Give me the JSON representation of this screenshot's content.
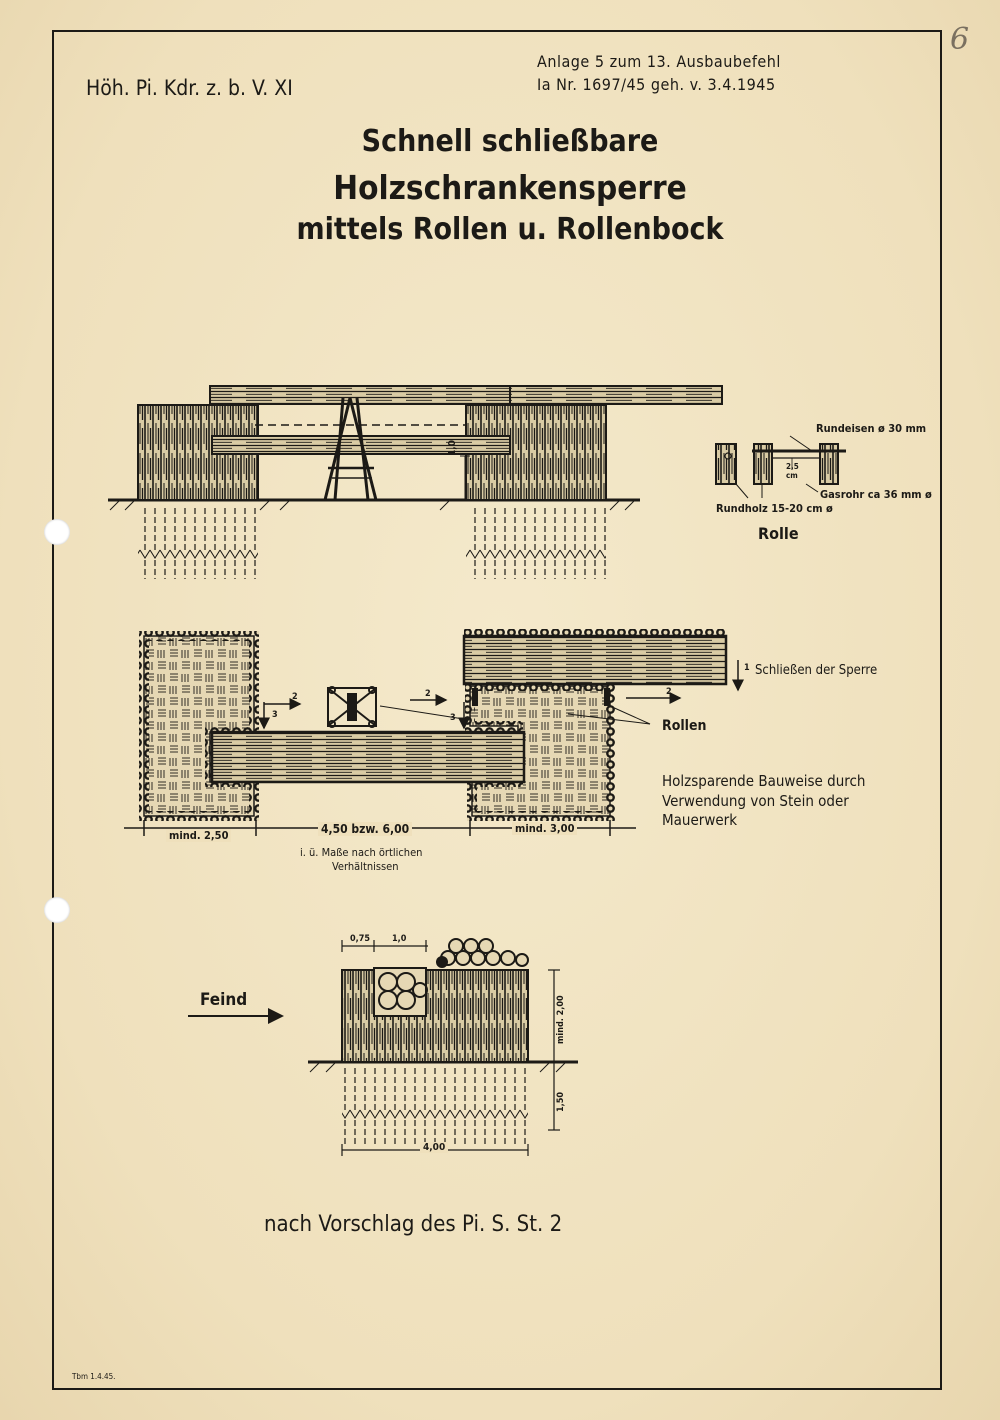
{
  "header": {
    "left": "Höh. Pi. Kdr. z. b. V. XI",
    "right_line1": "Anlage 5 zum 13. Ausbaubefehl",
    "right_line2": "Ia Nr. 1697/45 geh. v. 3.4.1945",
    "page_number": "6"
  },
  "title": {
    "line1": "Schnell schließbare",
    "line2": "Holzschrankensperre",
    "line3": "mittels Rollen u. Rollenbock"
  },
  "rolle_detail": {
    "rundeisen": "Rundeisen ø 30 mm",
    "gap": "2,5",
    "gap_unit": "cm",
    "gasrohr": "Gasrohr ca 36 mm ø",
    "rundholz": "Rundholz 15-20 cm ø",
    "caption": "Rolle"
  },
  "elevation": {
    "height": "1,0"
  },
  "plan": {
    "step1": "1",
    "step2": "2",
    "step3": "3",
    "schliessen": "Schließen der Sperre",
    "rollen": "Rollen",
    "note_line1": "Holzsparende Bauweise durch",
    "note_line2": "Verwendung von Stein oder",
    "note_line3": "Mauerwerk",
    "dim_left": "mind. 2,50",
    "dim_mid": "4,50 bzw. 6,00",
    "dim_right": "mind. 3,00",
    "dim_note_line1": "i. ü. Maße nach örtlichen",
    "dim_note_line2": "Verhältnissen"
  },
  "section": {
    "feind": "Feind",
    "dim_a": "0,75",
    "dim_b": "1,0",
    "dim_height": "mind. 2,00",
    "dim_depth": "1,50",
    "dim_width": "4,00"
  },
  "footer": {
    "proposal": "nach Vorschlag des Pi. S. St. 2",
    "stamp": "Tbm 1.4.45."
  }
}
